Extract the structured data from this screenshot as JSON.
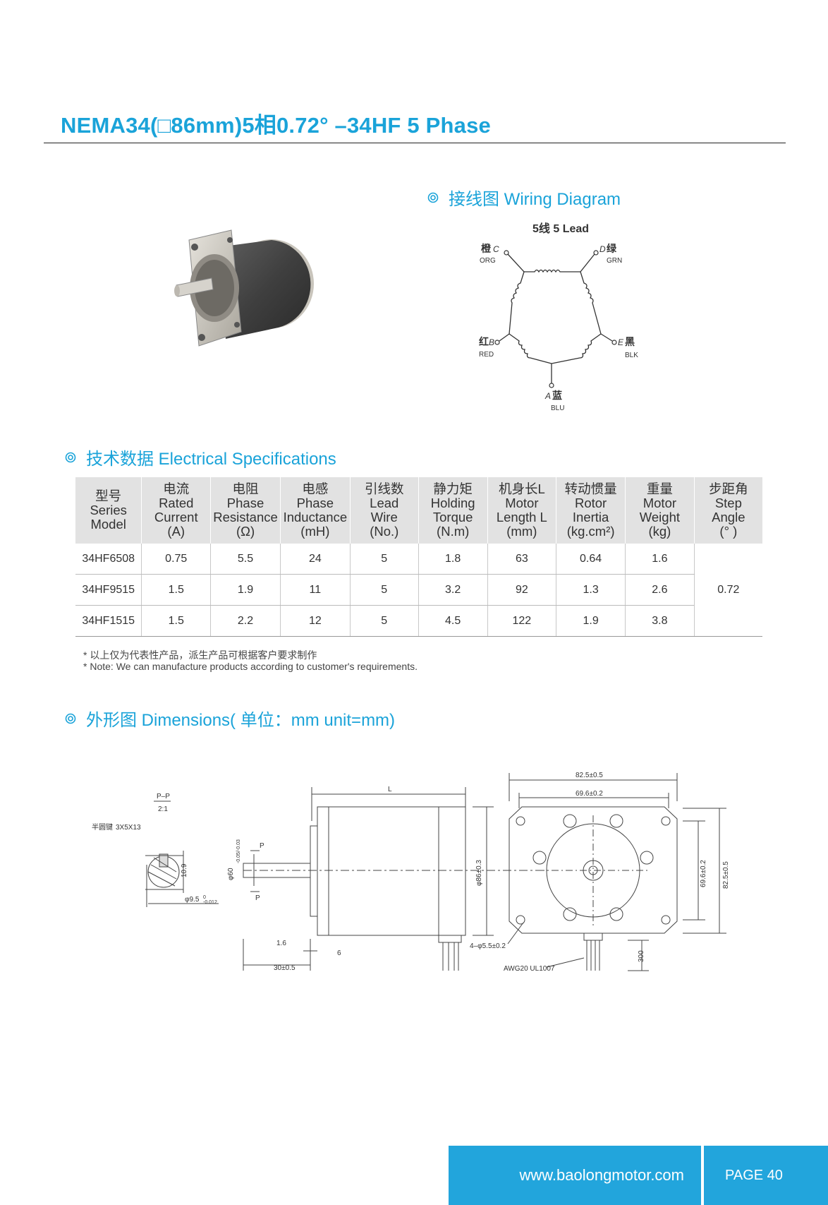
{
  "title": "NEMA34(□86mm)5相0.72°  –34HF 5 Phase",
  "wiring": {
    "heading": "接线图  Wiring Diagram",
    "subtitle": "5线  5 Lead",
    "leads": [
      {
        "letter": "C",
        "cn": "橙",
        "en": "ORG"
      },
      {
        "letter": "D",
        "cn": "绿",
        "en": "GRN"
      },
      {
        "letter": "B",
        "cn": "红",
        "en": "RED"
      },
      {
        "letter": "E",
        "cn": "黑",
        "en": "BLK"
      },
      {
        "letter": "A",
        "cn": "蓝",
        "en": "BLU"
      }
    ]
  },
  "specs": {
    "heading": "技术数据  Electrical Specifications",
    "headers": [
      [
        "型号",
        "Series",
        "Model"
      ],
      [
        "电流",
        "Rated",
        "Current",
        "(A)"
      ],
      [
        "电阻",
        "Phase",
        "Resistance",
        "(Ω)"
      ],
      [
        "电感",
        "Phase",
        "Inductance",
        "(mH)"
      ],
      [
        "引线数",
        "Lead",
        "Wire",
        "(No.)"
      ],
      [
        "静力矩",
        "Holding",
        "Torque",
        "(N.m)"
      ],
      [
        "机身长L",
        "Motor",
        "Length L",
        "(mm)"
      ],
      [
        "转动惯量",
        "Rotor",
        "Inertia",
        "(kg.cm²)"
      ],
      [
        "重量",
        "Motor",
        "Weight",
        "(kg)"
      ],
      [
        "步距角",
        "Step",
        "Angle",
        "(° )"
      ]
    ],
    "rows": [
      [
        "34HF6508",
        "0.75",
        "5.5",
        "24",
        "5",
        "1.8",
        "63",
        "0.64",
        "1.6"
      ],
      [
        "34HF9515",
        "1.5",
        "1.9",
        "11",
        "5",
        "3.2",
        "92",
        "1.3",
        "2.6"
      ],
      [
        "34HF1515",
        "1.5",
        "2.2",
        "12",
        "5",
        "4.5",
        "122",
        "1.9",
        "3.8"
      ]
    ],
    "step_angle": "0.72",
    "note_cn": "* 以上仅为代表性产品，派生产品可根据客户要求制作",
    "note_en": "* Note: We can manufacture products according to customer's requirements."
  },
  "dimensions": {
    "heading": "外形图 Dimensions( 单位：mm  unit=mm)",
    "labels": {
      "section": "P–P",
      "scale": "2:1",
      "key": "半圆键",
      "key_size": "3X5X13",
      "key_height": "10.9",
      "shaft_dia": "φ9.5",
      "shaft_tol": "-0.012",
      "shaft_tol_upper": "0",
      "length": "L",
      "p": "P",
      "boss_dia": "φ60",
      "boss_tol": "-0.05/-0.03",
      "body_dia": "φ86±0.3",
      "dim_16": "1.6",
      "dim_6": "6",
      "dim_30": "30±0.5",
      "width_outer": "82.5±0.5",
      "width_inner": "69.6±0.2",
      "height_inner": "69.6±0.2",
      "height_outer": "82.5±0.5",
      "holes": "4–φ5.5±0.2",
      "wire": "AWG20  UL1007",
      "wire_len": "300"
    }
  },
  "footer": {
    "url": "www.baolongmotor.com",
    "page": "PAGE 40"
  },
  "colors": {
    "accent": "#1aa3d9",
    "footer": "#22a5dc",
    "table_header": "#e2e2e2"
  }
}
